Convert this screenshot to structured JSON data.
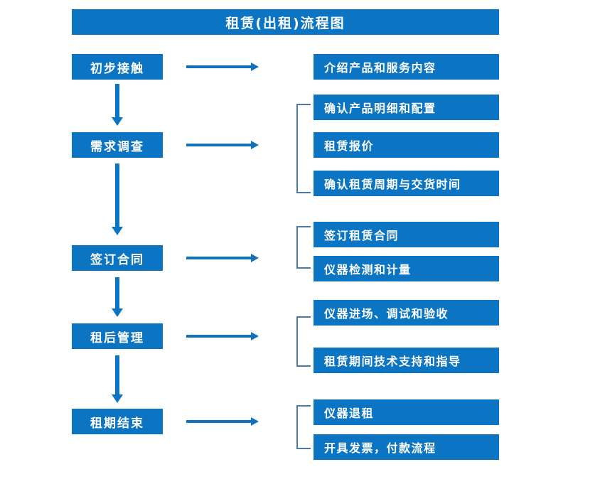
{
  "diagram": {
    "title": "租赁(出租)流程图",
    "colors": {
      "box_blue": "#0b75c4",
      "arrow_blue": "#1072bd",
      "bracket_blue": "#4a7ba7",
      "text_white": "#ffffff",
      "background": "#ffffff"
    },
    "stages": [
      {
        "id": "stage-1",
        "label": "初步接触"
      },
      {
        "id": "stage-2",
        "label": "需求调查"
      },
      {
        "id": "stage-3",
        "label": "签订合同"
      },
      {
        "id": "stage-4",
        "label": "租后管理"
      },
      {
        "id": "stage-5",
        "label": "租期结束"
      }
    ],
    "details": [
      {
        "id": "detail-1-1",
        "label": "介绍产品和服务内容"
      },
      {
        "id": "detail-2-1",
        "label": "确认产品明细和配置"
      },
      {
        "id": "detail-2-2",
        "label": "租赁报价"
      },
      {
        "id": "detail-2-3",
        "label": "确认租赁周期与交货时间"
      },
      {
        "id": "detail-3-1",
        "label": "签订租赁合同"
      },
      {
        "id": "detail-3-2",
        "label": "仪器检测和计量"
      },
      {
        "id": "detail-4-1",
        "label": "仪器进场、调试和验收"
      },
      {
        "id": "detail-4-2",
        "label": "租赁期间技术支持和指导"
      },
      {
        "id": "detail-5-1",
        "label": "仪器退租"
      },
      {
        "id": "detail-5-2",
        "label": "开具发票，付款流程"
      }
    ],
    "connectors": {
      "stage_to_detail_arrow": "right-arrow-icon",
      "stage_to_stage_arrow": "down-arrow-icon",
      "group_bracket": "group-bracket-icon"
    }
  }
}
